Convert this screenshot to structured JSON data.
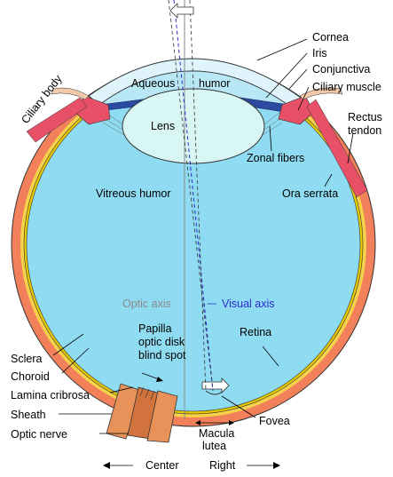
{
  "colors": {
    "sclera": "#f2805a",
    "choroid": "#f5d24a",
    "retina_line": "#e6c800",
    "vitreous": "#8fdcf2",
    "aqueous": "#b8e8f6",
    "lens": "#d8f6f4",
    "cornea": "#dff4fb",
    "iris": "#2b4aa0",
    "ciliary": "#e85068",
    "outline": "#333333",
    "visual_axis": "#2b2bd0",
    "optic_axis": "#8a8a8a"
  },
  "labels": {
    "cornea": "Cornea",
    "iris": "Iris",
    "conjunctiva": "Conjunctiva",
    "ciliary_muscle": "Ciliary muscle",
    "rectus_tendon_1": "Rectus",
    "rectus_tendon_2": "tendon",
    "aqueous_1": "Aqueous",
    "aqueous_2": "humor",
    "lens": "Lens",
    "ciliary_body": "Ciliary body",
    "zonal_fibers": "Zonal fibers",
    "vitreous_humor": "Vitreous humor",
    "ora_serrata": "Ora serrata",
    "optic_axis": "Optic axis",
    "visual_axis": "Visual axis",
    "papilla_1": "Papilla",
    "papilla_2": "optic disk",
    "papilla_3": "blind spot",
    "retina": "Retina",
    "sclera": "Sclera",
    "choroid": "Choroid",
    "lamina_cribrosa": "Lamina cribrosa",
    "sheath": "Sheath",
    "optic_nerve": "Optic nerve",
    "fovea": "Fovea",
    "macula_1": "Macula",
    "macula_2": "lutea",
    "center": "Center",
    "right": "Right"
  }
}
